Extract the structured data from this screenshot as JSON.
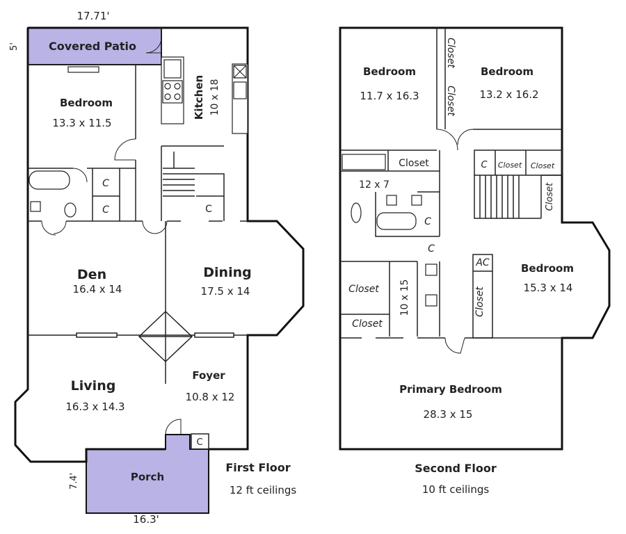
{
  "first_floor": {
    "title": "First Floor",
    "ceilings": "12 ft ceilings",
    "dims": {
      "top_width": "17.71'",
      "patio_depth": "5'",
      "porch_depth": "7.4'",
      "porch_width": "16.3'"
    },
    "covered_patio": "Covered Patio",
    "porch": "Porch",
    "rooms": {
      "bedroom": {
        "name": "Bedroom",
        "size": "13.3 x 11.5"
      },
      "kitchen": {
        "name": "Kitchen",
        "size": "10 x 18"
      },
      "den": {
        "name": "Den",
        "size": "16.4 x 14"
      },
      "dining": {
        "name": "Dining",
        "size": "17.5 x 14"
      },
      "living": {
        "name": "Living",
        "size": "16.3 x 14.3"
      },
      "foyer": {
        "name": "Foyer",
        "size": "10.8 x 12"
      }
    },
    "closet_mark": "C"
  },
  "second_floor": {
    "title": "Second Floor",
    "ceilings": "10 ft ceilings",
    "rooms": {
      "bedroom_nw": {
        "name": "Bedroom",
        "size": "11.7 x 16.3"
      },
      "bedroom_ne": {
        "name": "Bedroom",
        "size": "13.2 x 16.2"
      },
      "bedroom_e": {
        "name": "Bedroom",
        "size": "15.3 x 14"
      },
      "primary": {
        "name": "Primary Bedroom",
        "size": "28.3 x 15"
      },
      "bath": {
        "size": "12 x 7"
      },
      "dressing": {
        "size": "10 x 15"
      }
    },
    "closet": "Closet",
    "closet_mark": "C",
    "ac": "AC"
  }
}
